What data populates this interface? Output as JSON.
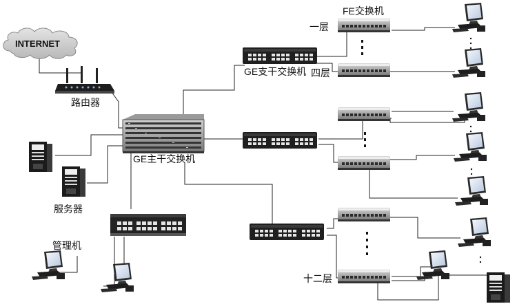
{
  "labels": {
    "internet": "INTERNET",
    "router": "路由器",
    "core_switch": "GE主干交换机",
    "branch_switch": "GE支干交换机",
    "fe_switch": "FE交换机",
    "floor_1": "一层",
    "floor_4": "四层",
    "floor_12": "十二层",
    "servers": "服务器",
    "management": "管理机"
  },
  "icons": {
    "cloud": "internet-cloud-icon",
    "router": "router-icon",
    "core_switch": "core-switch-icon",
    "switch": "network-switch-icon",
    "fe_switch": "fe-switch-icon",
    "computer": "desktop-computer-icon",
    "server": "server-tower-icon"
  },
  "colors": {
    "link": "#222222",
    "device_dark": "#1c1c1c",
    "device_gray": "#8a8a8a",
    "port": "#e8e8e8"
  }
}
